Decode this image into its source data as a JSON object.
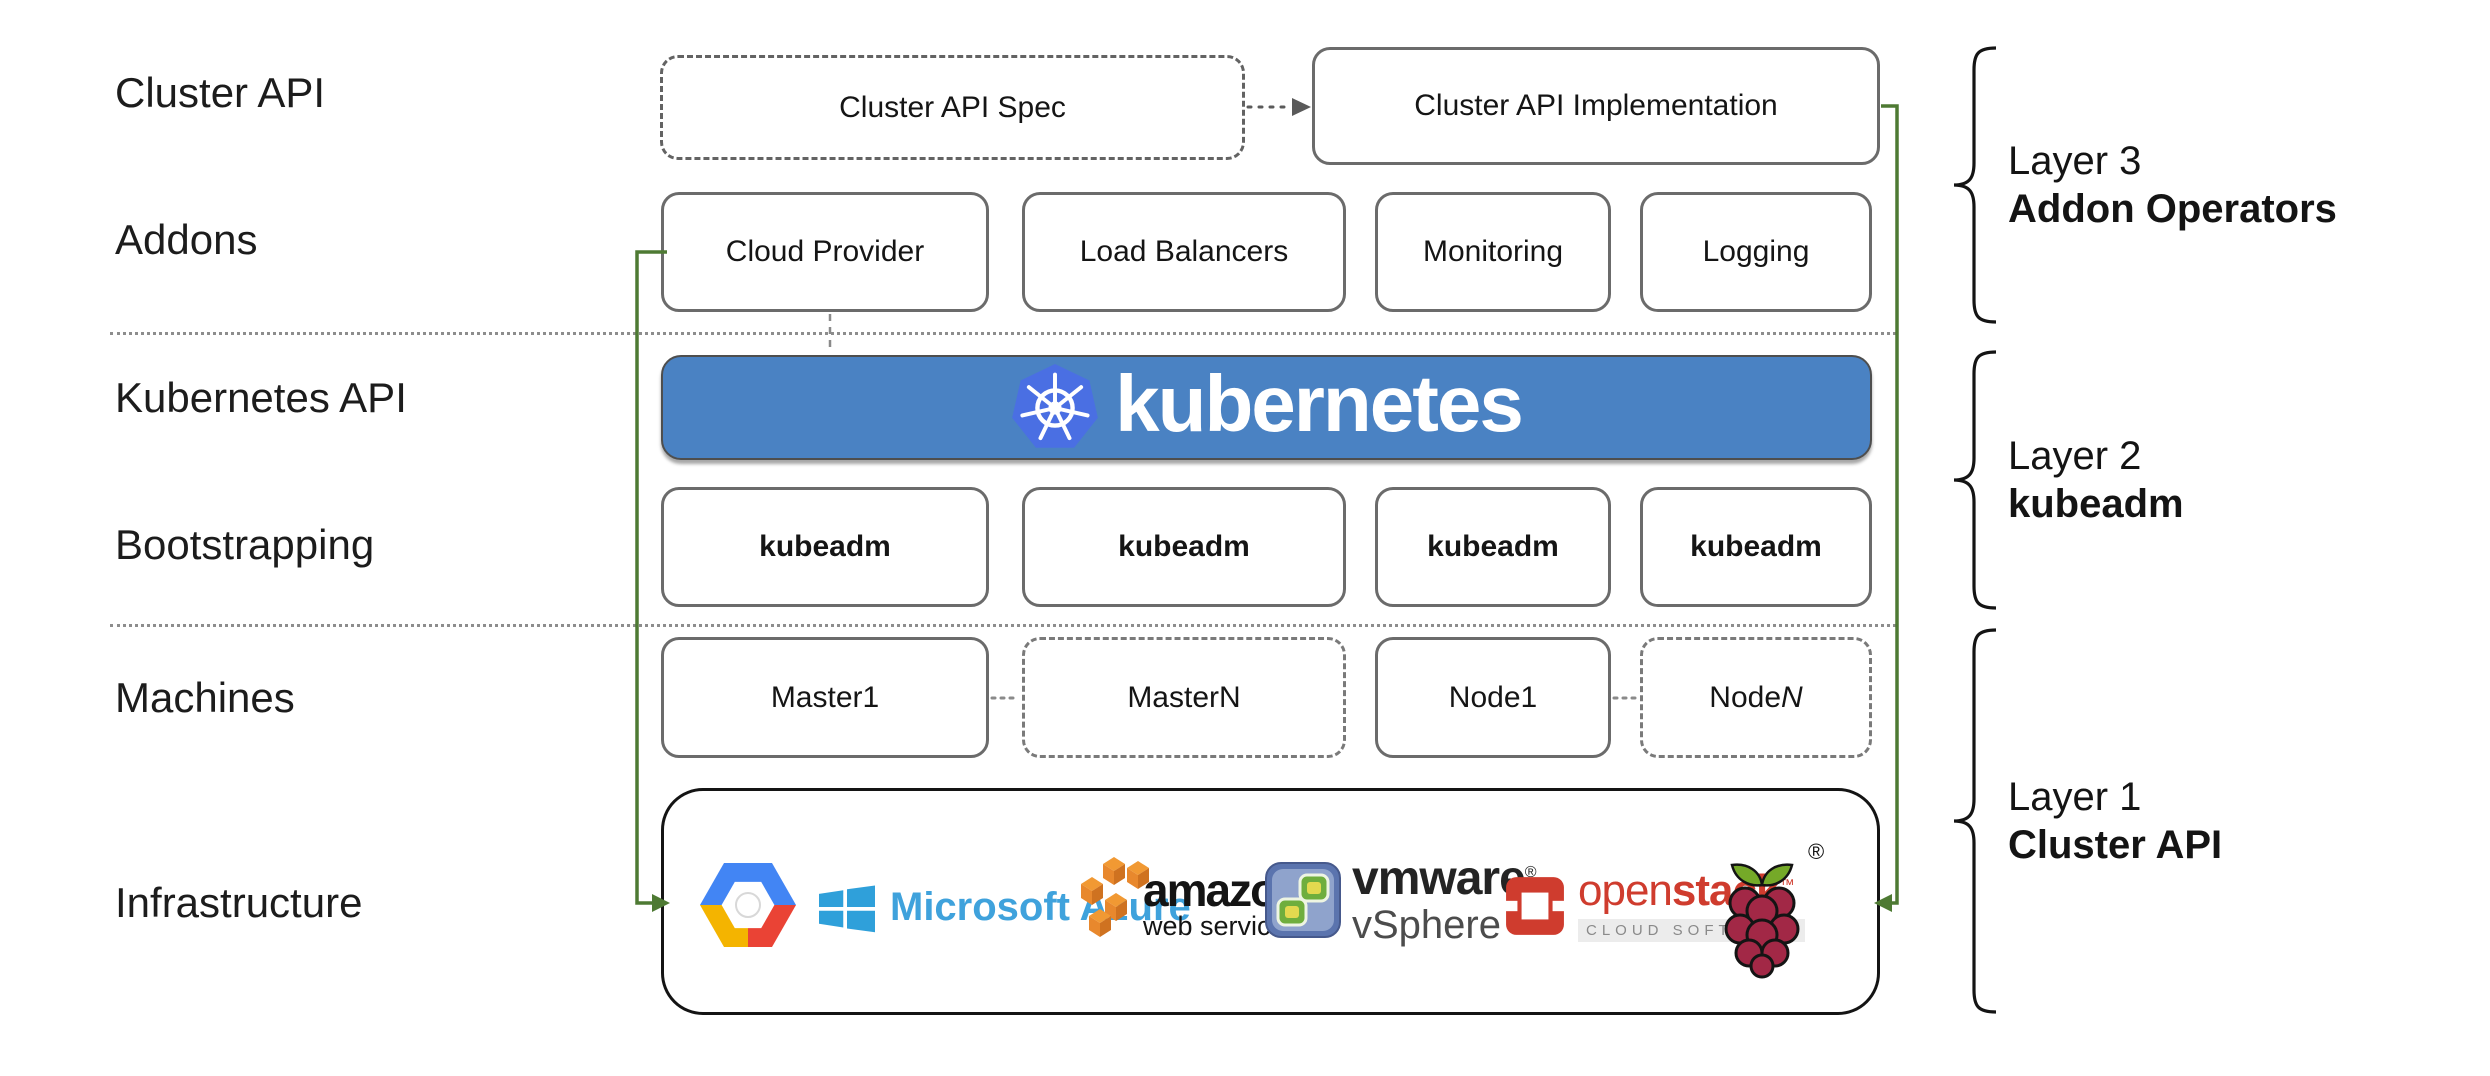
{
  "rows": [
    "Cluster API",
    "Addons",
    "Kubernetes API",
    "Bootstrapping",
    "Machines",
    "Infrastructure"
  ],
  "cluster_api": {
    "spec": "Cluster API Spec",
    "impl": "Cluster API Implementation"
  },
  "addons": [
    "Cloud Provider",
    "Load Balancers",
    "Monitoring",
    "Logging"
  ],
  "banner": {
    "text": "kubernetes"
  },
  "bootstrap": [
    "kubeadm",
    "kubeadm",
    "kubeadm",
    "kubeadm"
  ],
  "machines": [
    {
      "name": "Master ",
      "num": "1",
      "num_style": "font-style:normal"
    },
    {
      "name": "Master ",
      "num": "N",
      "num_style": "font-style:normal"
    },
    {
      "name": "Node ",
      "num": "1",
      "num_style": "font-style:normal"
    },
    {
      "name": "Node ",
      "num": "N",
      "num_style": "font-style:italic"
    }
  ],
  "infrastructure": {
    "azure": {
      "text": "Microsoft Azure"
    },
    "aws": {
      "line1": "amazon",
      "line2": "web services"
    },
    "vmware": {
      "line1": "vmware",
      "reg": "®",
      "line2": "vSphere"
    },
    "openstack": {
      "part1": "open",
      "part2": "stack",
      "tm": "™",
      "sub": "CLOUD SOFTWARE"
    },
    "raspberry": {
      "reg": "®"
    }
  },
  "layers": [
    {
      "line1": "Layer 3",
      "line2": "Addon Operators"
    },
    {
      "line1": "Layer 2",
      "line2": "kubeadm"
    },
    {
      "line1": "Layer 1",
      "line2": "Cluster API"
    }
  ],
  "colors": {
    "banner_blue": "#4a82c3",
    "k8s_logo_blue": "#4a6fe3",
    "arrow_green": "#4e7a33",
    "azure_blue": "#2fa0da",
    "aws_orange": "#e8882d",
    "openstack_red": "#cf3c2e",
    "gcp_blue": "#4285f4",
    "gcp_red": "#ea4335",
    "gcp_yellow": "#f4b400",
    "raspberry_red": "#a22846",
    "leaf_green": "#75a928"
  }
}
